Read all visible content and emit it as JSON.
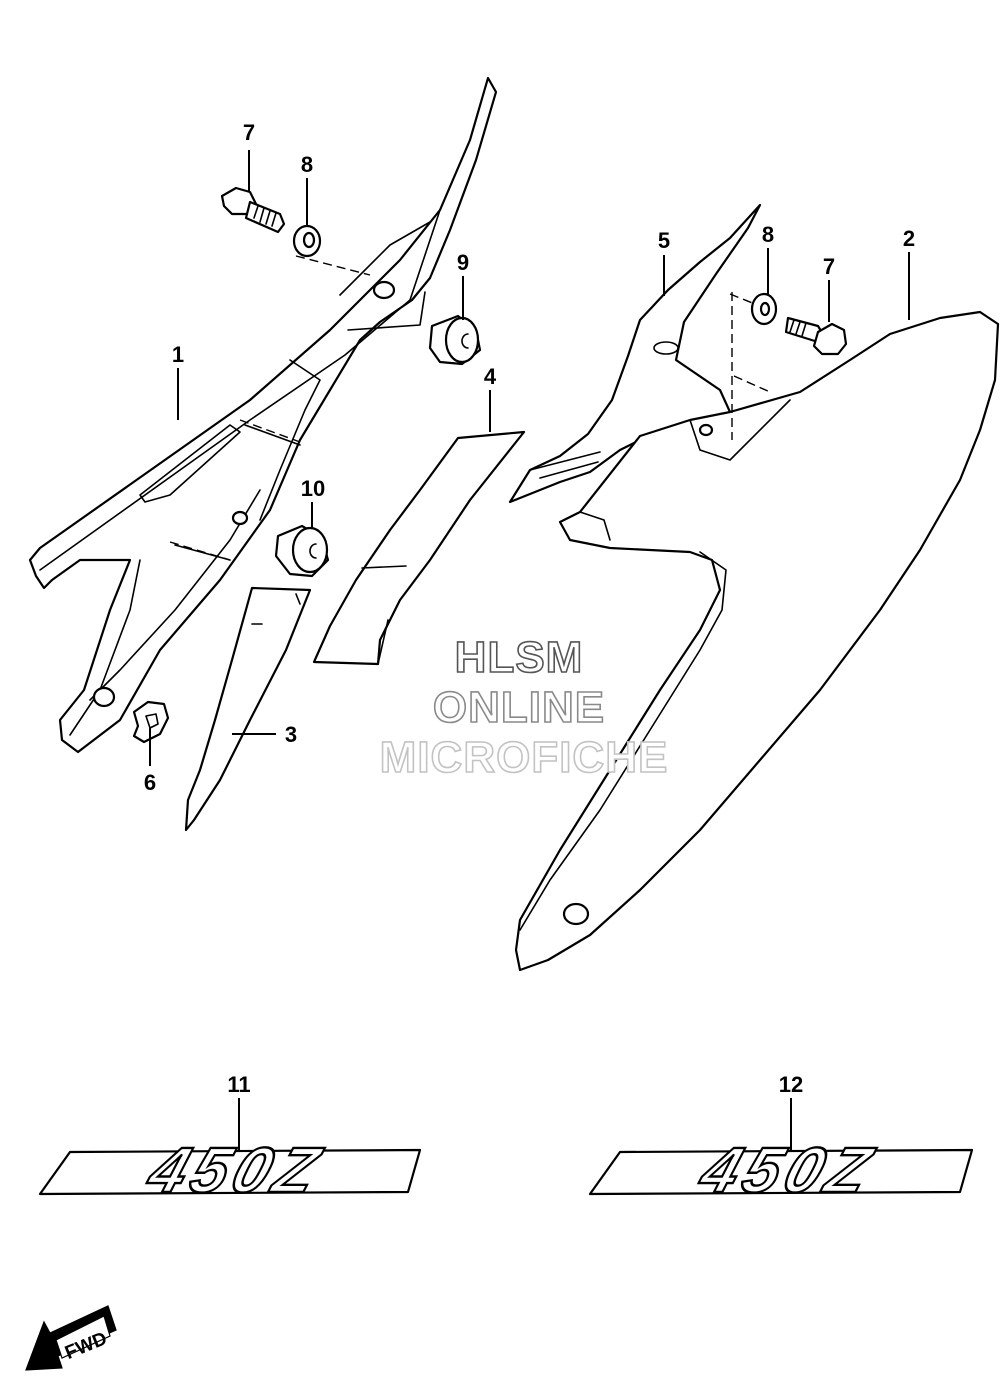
{
  "callouts": {
    "c1": "1",
    "c2": "2",
    "c3": "3",
    "c4": "4",
    "c5": "5",
    "c6": "6",
    "c7a": "7",
    "c7b": "7",
    "c8a": "8",
    "c8b": "8",
    "c9": "9",
    "c10": "10",
    "c11": "11",
    "c12": "12"
  },
  "watermark": {
    "line1": "HLSM",
    "line2": "ONLINE",
    "line3": "MICROFICHE"
  },
  "decals": {
    "left_text": "450Z",
    "right_text": "450Z"
  },
  "direction": {
    "label": "FWD"
  }
}
